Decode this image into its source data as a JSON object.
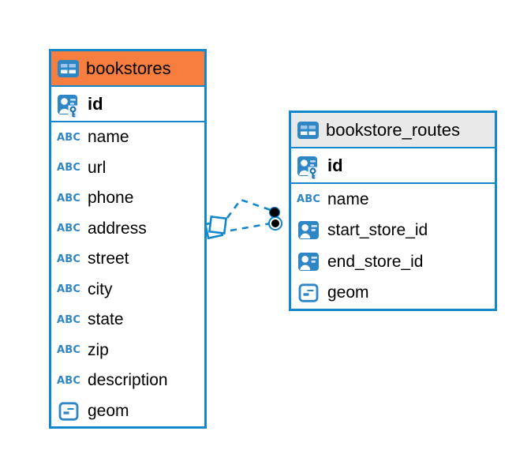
{
  "colors": {
    "table_border": "#1287CC",
    "relation_line": "#1287CC",
    "icon_blue": "#2E86C5",
    "icon_light_blue": "#9DC6E8",
    "bookstores_header": "#F87E40",
    "routes_header": "#E9E9E9",
    "text": "#000000",
    "background": "#FFFFFF"
  },
  "icons": {
    "text_type_label": "ABC"
  },
  "tables": [
    {
      "name": "bookstores",
      "header_style": "orange",
      "columns": [
        {
          "name": "id",
          "icon": "primary-key"
        },
        {
          "name": "name",
          "icon": "text"
        },
        {
          "name": "url",
          "icon": "text"
        },
        {
          "name": "phone",
          "icon": "text"
        },
        {
          "name": "address",
          "icon": "text"
        },
        {
          "name": "street",
          "icon": "text"
        },
        {
          "name": "city",
          "icon": "text"
        },
        {
          "name": "state",
          "icon": "text"
        },
        {
          "name": "zip",
          "icon": "text"
        },
        {
          "name": "description",
          "icon": "text"
        },
        {
          "name": "geom",
          "icon": "geometry"
        }
      ]
    },
    {
      "name": "bookstore_routes",
      "header_style": "gray",
      "columns": [
        {
          "name": "id",
          "icon": "primary-key"
        },
        {
          "name": "name",
          "icon": "text"
        },
        {
          "name": "start_store_id",
          "icon": "reference"
        },
        {
          "name": "end_store_id",
          "icon": "reference"
        },
        {
          "name": "geom",
          "icon": "geometry"
        }
      ]
    }
  ],
  "relationships": [
    {
      "from_table": "bookstores",
      "to_table": "bookstore_routes",
      "style": "dashed"
    },
    {
      "from_table": "bookstores",
      "to_table": "bookstore_routes",
      "style": "dashed"
    }
  ]
}
